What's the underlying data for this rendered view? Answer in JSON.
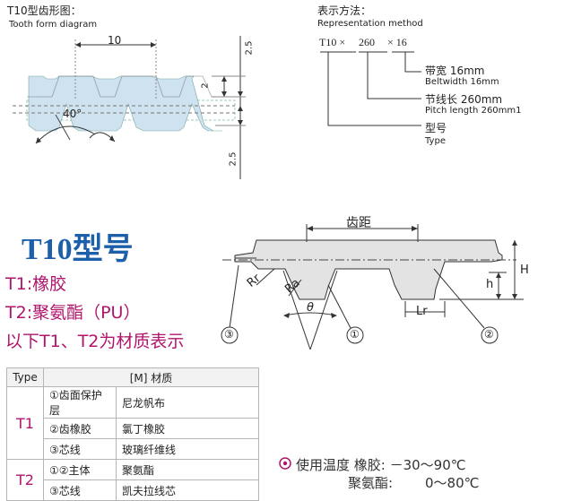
{
  "top_left": {
    "title": "T10型齿形图：",
    "subtitle": "Tooth form diagram",
    "pitch": "10",
    "height": "2",
    "dim_top": "2.5",
    "dim_bottom": "2.5",
    "angle": "40°"
  },
  "top_right": {
    "title": "表示方法：",
    "subtitle": "Representation method",
    "code": [
      "T10 ×",
      "260",
      "× 16"
    ],
    "belt_width_cn": "带宽 16mm",
    "belt_width_en": "Beltwidth 16mm",
    "pitch_length_cn": "节线长 260mm",
    "pitch_length_en": "Pitch length 260mm1",
    "type_cn": "型号",
    "type_en": "Type"
  },
  "type_title": "T10型号",
  "materials": [
    "T1:橡胶",
    "T2:聚氨酯（PU）",
    "以下T1、T2为材质表示"
  ],
  "profile": {
    "pitch_label": "齿距",
    "rr": "Rr",
    "ra": "Ra",
    "theta": "θ",
    "lr": "Lr",
    "h": "h",
    "H": "H",
    "callouts": [
      "③",
      "①",
      "②"
    ]
  },
  "table": {
    "header": [
      "Type",
      "[M] 材质"
    ],
    "groups": [
      {
        "type": "T1",
        "rows": [
          [
            "①齿面保护层",
            "尼龙帆布"
          ],
          [
            "②齿橡胶",
            "氯丁橡胶"
          ],
          [
            "③芯线",
            "玻璃纤维线"
          ]
        ]
      },
      {
        "type": "T2",
        "rows": [
          [
            "①②主体",
            "聚氨酯"
          ],
          [
            "③芯线",
            "凯夫拉线芯"
          ]
        ]
      }
    ]
  },
  "temperature": {
    "icon": "thermometer-icon",
    "line1": "使用温度 橡胶: －30～90℃",
    "line2_label": "聚氨酯:",
    "line2_value": "0～80℃"
  }
}
